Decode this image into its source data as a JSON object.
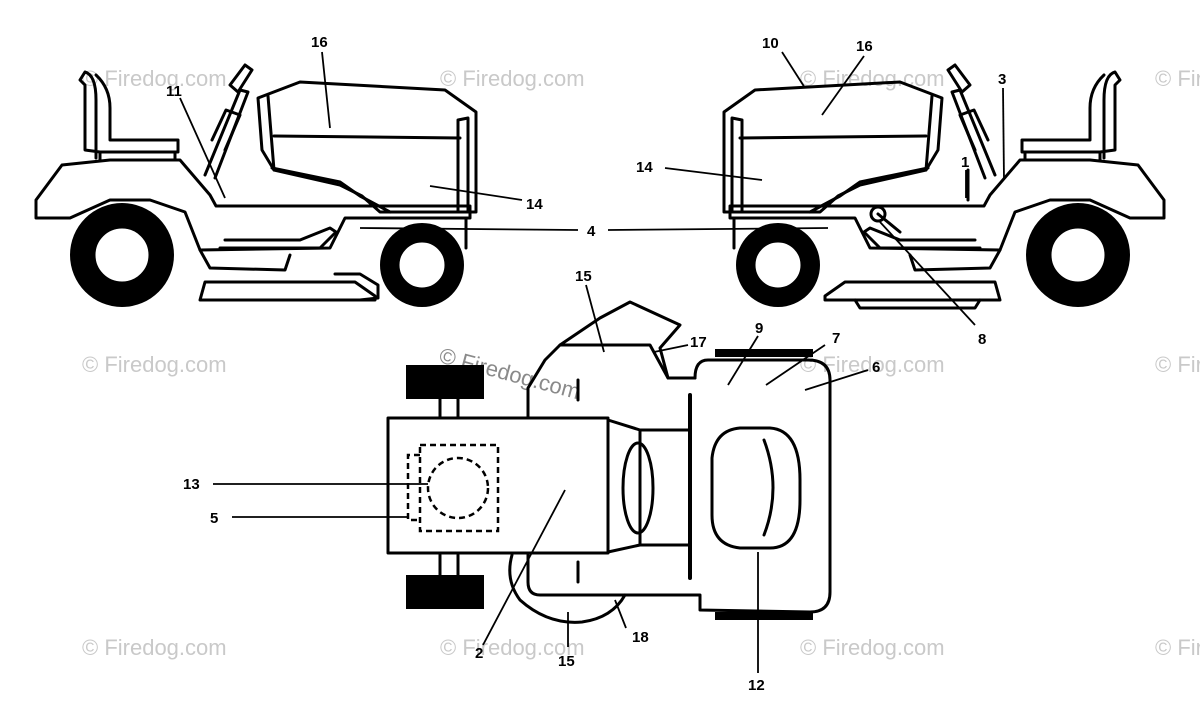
{
  "watermark": {
    "text": "© Firedog.com"
  },
  "callouts": {
    "c1": "1",
    "c2": "2",
    "c3": "3",
    "c4": "4",
    "c5": "5",
    "c6": "6",
    "c7": "7",
    "c8": "8",
    "c9": "9",
    "c10": "10",
    "c11": "11",
    "c12": "12",
    "c13": "13",
    "c14": "14",
    "c15": "15",
    "c16": "16",
    "c17": "17",
    "c18": "18"
  }
}
